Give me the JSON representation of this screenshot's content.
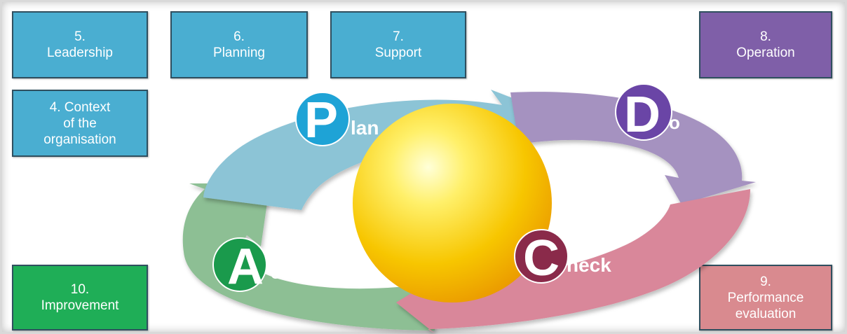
{
  "boxes": {
    "leadership": {
      "num": "5.",
      "label": "Leadership"
    },
    "planning": {
      "num": "6.",
      "label": "Planning"
    },
    "support": {
      "num": "7.",
      "label": "Support"
    },
    "operation": {
      "num": "8.",
      "label": "Operation"
    },
    "context": {
      "lines": [
        "4. Context",
        "of the",
        "organisation"
      ]
    },
    "improvement": {
      "num": "10.",
      "label": "Improvement"
    },
    "performance": {
      "lines": [
        "9.",
        "Performance",
        "evaluation"
      ]
    }
  },
  "cycle": {
    "plan": {
      "initial": "P",
      "rest": "lan"
    },
    "do": {
      "initial": "D",
      "rest": "o"
    },
    "check": {
      "initial": "C",
      "rest": "heck"
    },
    "act": {
      "initial": "A",
      "rest": "ct"
    }
  },
  "colors": {
    "blue_box": "#4aaed1",
    "purple_box": "#7f5fa8",
    "green_box": "#1fae57",
    "pink_box": "#d98a8f",
    "plan_arrow": "#8cc4d6",
    "do_arrow": "#a592c0",
    "check_arrow": "#d9879a",
    "act_arrow": "#8dbf94",
    "sphere": "#f6c400"
  }
}
